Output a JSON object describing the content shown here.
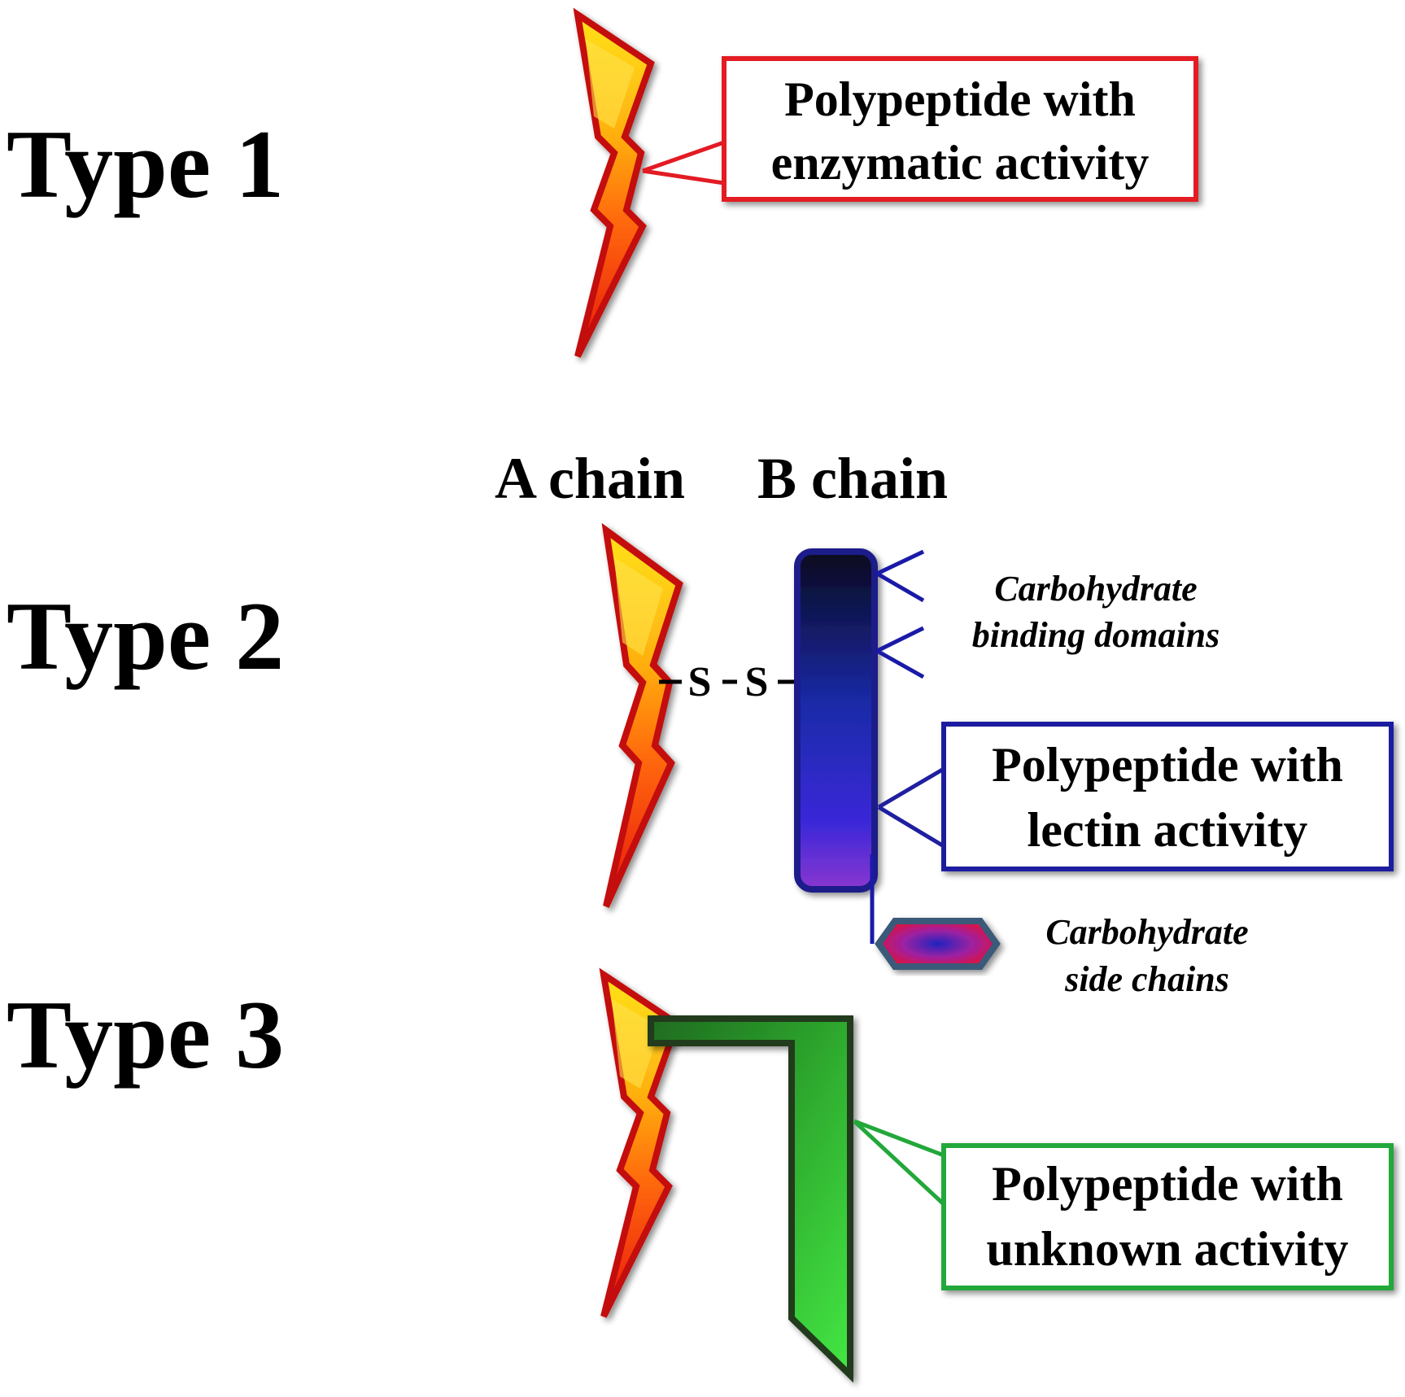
{
  "types": [
    {
      "label": "Type 1",
      "box": {
        "line1": "Polypeptide with",
        "line2": "enzymatic activity",
        "color": "#e31b23"
      }
    },
    {
      "label": "Type 2",
      "box": {
        "line1": "Polypeptide with",
        "line2": "lectin activity",
        "color": "#1f1fa0"
      }
    },
    {
      "label": "Type 3",
      "box": {
        "line1": "Polypeptide with",
        "line2": "unknown activity",
        "color": "#22a83a"
      }
    }
  ],
  "chains": {
    "a_label": "A chain",
    "b_label": "B chain"
  },
  "bond": {
    "s1": "S",
    "s2": "S"
  },
  "annotations": {
    "carb_binding_line1": "Carbohydrate",
    "carb_binding_line2": "binding domains",
    "carb_side_line1": "Carbohydrate",
    "carb_side_line2": "side chains"
  },
  "colors": {
    "a_chain_top": "#ffd21a",
    "a_chain_bottom": "#e8150c",
    "b_chain_top": "#0a0a1e",
    "b_chain_bottom": "#7a2ad8",
    "type3_green": "#2fbf2f"
  }
}
